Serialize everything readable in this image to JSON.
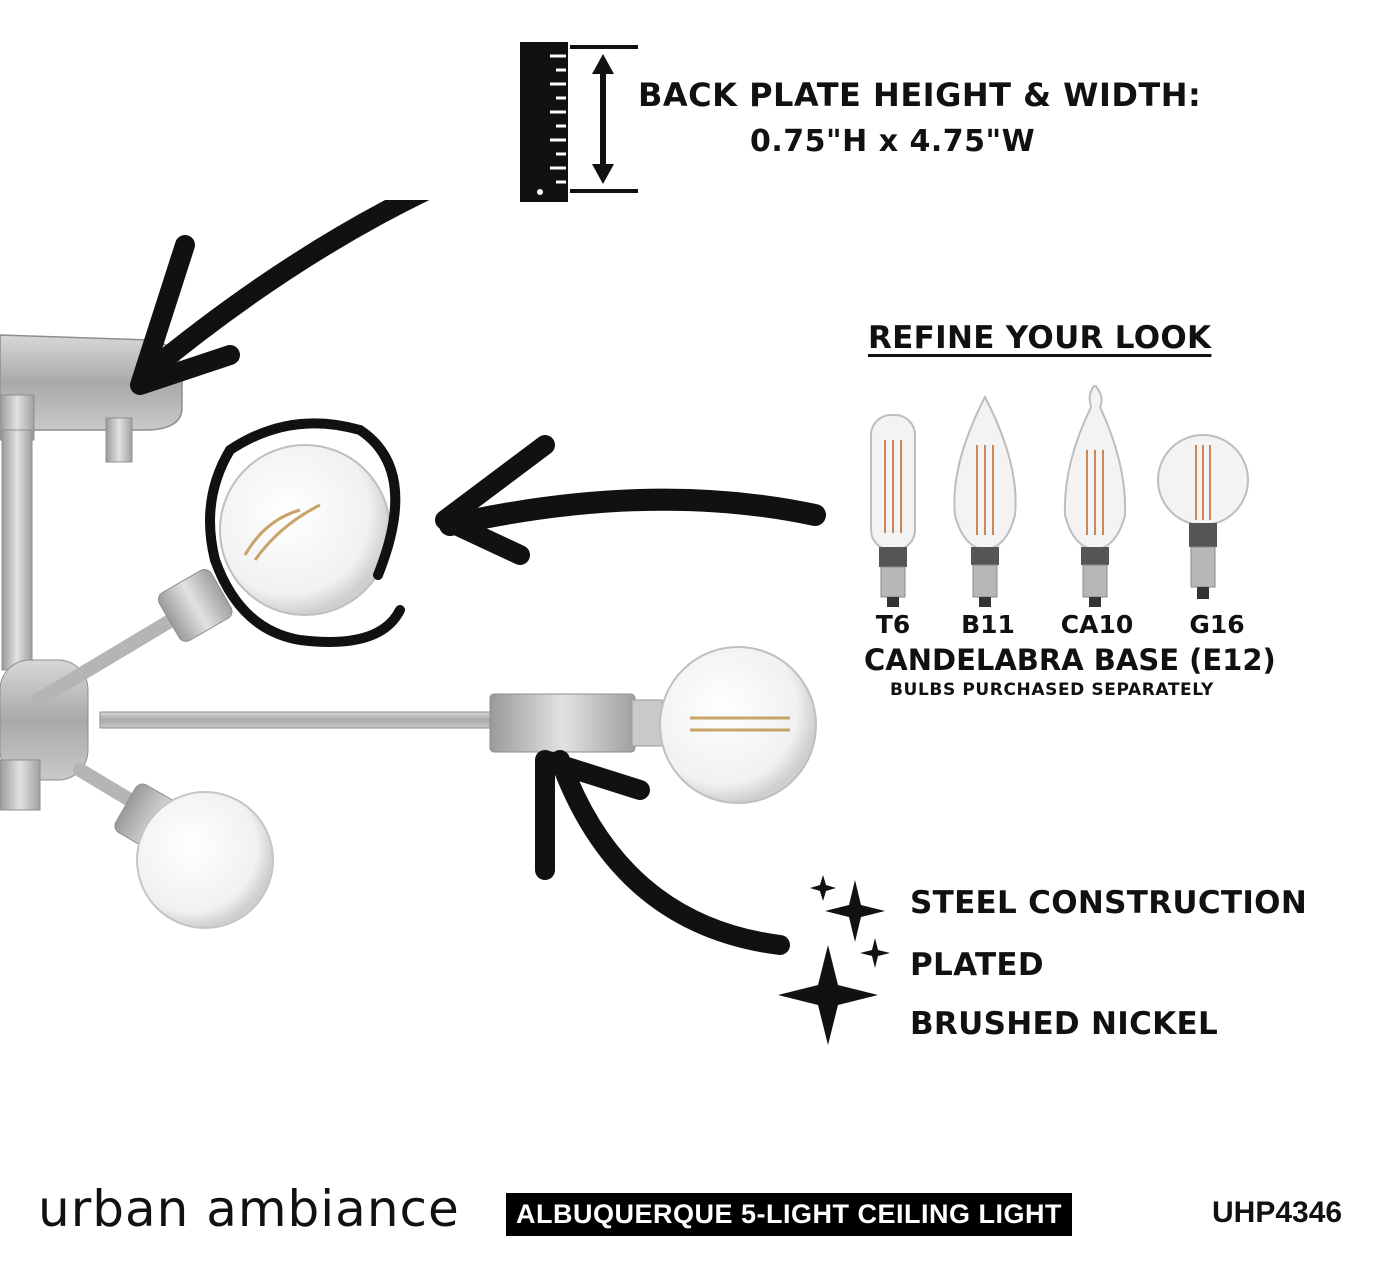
{
  "back_plate": {
    "title": "BACK PLATE HEIGHT & WIDTH:",
    "dimensions": "0.75\"H x 4.75\"W",
    "icon": "ruler-height-icon"
  },
  "refine": {
    "title": "REFINE YOUR LOOK",
    "bulbs": [
      {
        "label": "T6",
        "icon": "t6-bulb-icon"
      },
      {
        "label": "B11",
        "icon": "b11-bulb-icon"
      },
      {
        "label": "CA10",
        "icon": "ca10-bulb-icon"
      },
      {
        "label": "G16",
        "icon": "g16-bulb-icon"
      }
    ],
    "base": "CANDELABRA BASE (E12)",
    "note": "BULBS PURCHASED SEPARATELY"
  },
  "features": [
    "STEEL CONSTRUCTION",
    "PLATED",
    "BRUSHED NICKEL"
  ],
  "footer": {
    "brand": "urban ambiance",
    "product_name": "ALBUQUERQUE 5-LIGHT CEILING LIGHT",
    "sku": "UHP4346"
  },
  "colors": {
    "ink": "#111111",
    "nickel": "#b9b9b9",
    "footer_bg": "#000000"
  }
}
